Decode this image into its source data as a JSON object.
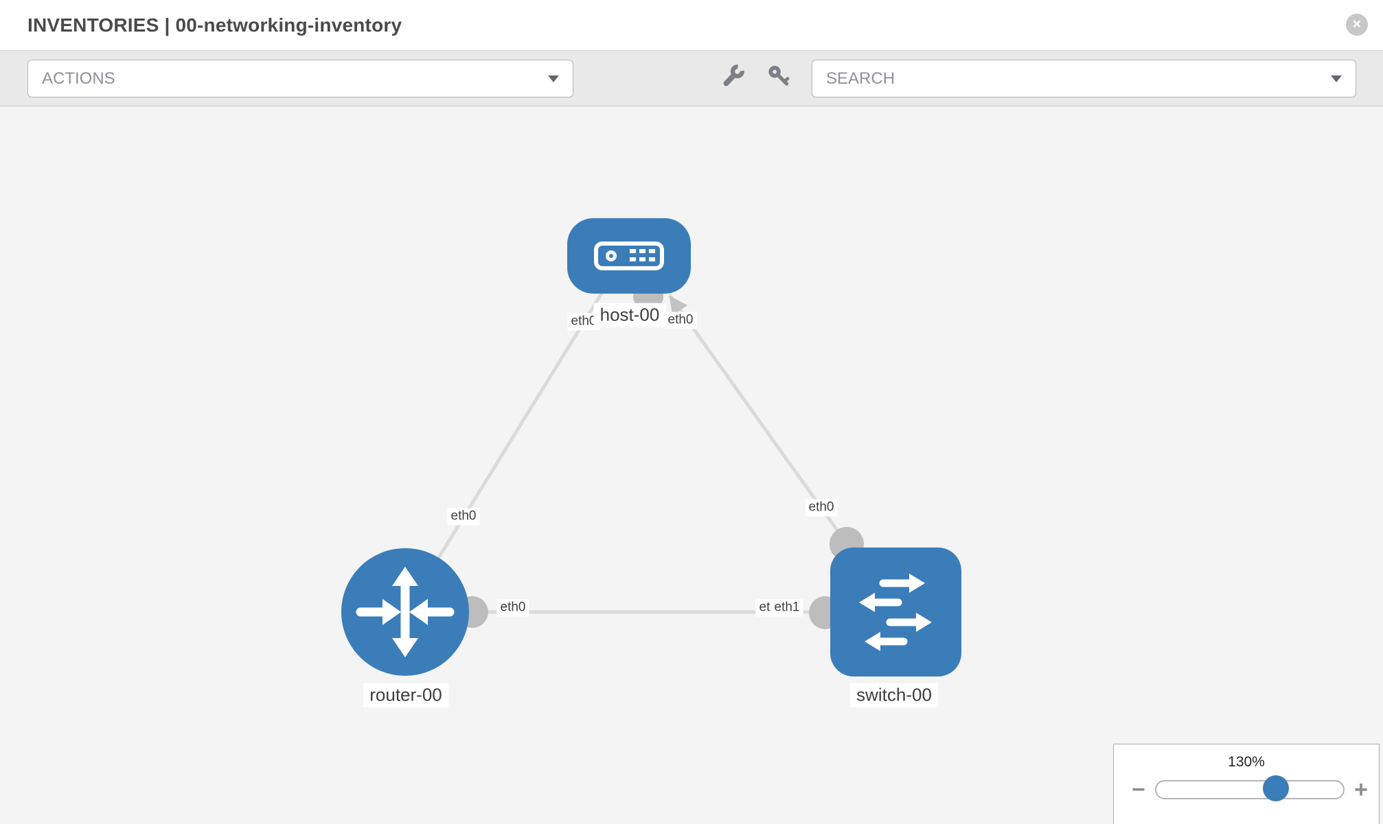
{
  "header": {
    "title": "INVENTORIES | 00-networking-inventory",
    "close_glyph": "✕"
  },
  "toolbar": {
    "actions_label": "ACTIONS",
    "search_label": "SEARCH",
    "icons": [
      "wrench",
      "key"
    ]
  },
  "colors": {
    "node_blue": "#3b7db9",
    "link_gray": "#dadada",
    "interface_gray": "#bdbdbd",
    "canvas_bg": "#f4f4f5",
    "toolbar_bg": "#e9e9e9"
  },
  "topology": {
    "nodes": [
      {
        "id": "host-00",
        "type": "host",
        "label": "host-00"
      },
      {
        "id": "router-00",
        "type": "router",
        "label": "router-00"
      },
      {
        "id": "switch-00",
        "type": "switch",
        "label": "switch-00"
      }
    ],
    "links": [
      {
        "from": "host-00",
        "to": "router-00",
        "from_interface": "eth0",
        "to_interface": "eth0"
      },
      {
        "from": "host-00",
        "to": "switch-00",
        "from_interface": "eth0",
        "to_interface": "eth0"
      },
      {
        "from": "router-00",
        "to": "switch-00",
        "from_interface": "eth0",
        "to_interface": "eth1",
        "occluded_label_text": "eth0"
      }
    ]
  },
  "zoom_control": {
    "level_label": "130%",
    "percent": 130,
    "minus_label": "−",
    "plus_label": "+"
  }
}
